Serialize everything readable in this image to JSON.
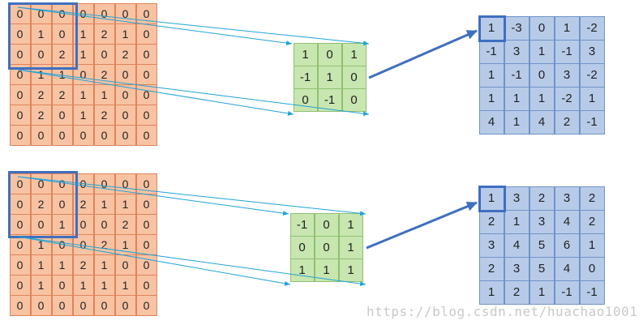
{
  "examples": [
    {
      "input": [
        [
          "0",
          "0",
          "0",
          "0",
          "0",
          "0",
          "0"
        ],
        [
          "0",
          "1",
          "0",
          "1",
          "2",
          "1",
          "0"
        ],
        [
          "0",
          "0",
          "2",
          "1",
          "0",
          "2",
          "0"
        ],
        [
          "0",
          "1",
          "1",
          "0",
          "2",
          "0",
          "0"
        ],
        [
          "0",
          "2",
          "2",
          "1",
          "1",
          "0",
          "0"
        ],
        [
          "0",
          "2",
          "0",
          "1",
          "2",
          "0",
          "0"
        ],
        [
          "0",
          "0",
          "0",
          "0",
          "0",
          "0",
          "0"
        ]
      ],
      "kernel": [
        [
          "1",
          "0",
          "1"
        ],
        [
          "-1",
          "1",
          "0"
        ],
        [
          "0",
          "-1",
          "0"
        ]
      ],
      "output": [
        [
          "1",
          "-3",
          "0",
          "1",
          "-2"
        ],
        [
          "-1",
          "3",
          "1",
          "-1",
          "3"
        ],
        [
          "1",
          "-1",
          "0",
          "3",
          "-2"
        ],
        [
          "1",
          "1",
          "1",
          "-2",
          "1"
        ],
        [
          "4",
          "1",
          "4",
          "2",
          "-1"
        ]
      ]
    },
    {
      "input": [
        [
          "0",
          "0",
          "0",
          "0",
          "0",
          "0",
          "0"
        ],
        [
          "0",
          "2",
          "0",
          "2",
          "1",
          "1",
          "0"
        ],
        [
          "0",
          "0",
          "1",
          "0",
          "0",
          "2",
          "0"
        ],
        [
          "0",
          "1",
          "0",
          "0",
          "2",
          "1",
          "0"
        ],
        [
          "0",
          "1",
          "1",
          "2",
          "1",
          "0",
          "0"
        ],
        [
          "0",
          "1",
          "0",
          "1",
          "1",
          "1",
          "0"
        ],
        [
          "0",
          "0",
          "0",
          "0",
          "0",
          "0",
          "0"
        ]
      ],
      "kernel": [
        [
          "-1",
          "0",
          "1"
        ],
        [
          "0",
          "0",
          "1"
        ],
        [
          "1",
          "1",
          "1"
        ]
      ],
      "output": [
        [
          "1",
          "3",
          "2",
          "3",
          "2"
        ],
        [
          "2",
          "1",
          "3",
          "4",
          "2"
        ],
        [
          "3",
          "4",
          "5",
          "6",
          "1"
        ],
        [
          "2",
          "3",
          "5",
          "4",
          "0"
        ],
        [
          "1",
          "2",
          "1",
          "-1",
          "-1"
        ]
      ]
    }
  ],
  "watermark": "https://blog.csdn.net/huachao1001",
  "colors": {
    "input_fill": "#f8c3a3",
    "kernel_fill": "#c8e6b0",
    "output_fill": "#b7cbe8",
    "highlight": "#3f6fbf",
    "connector": "#1fa3d8"
  }
}
